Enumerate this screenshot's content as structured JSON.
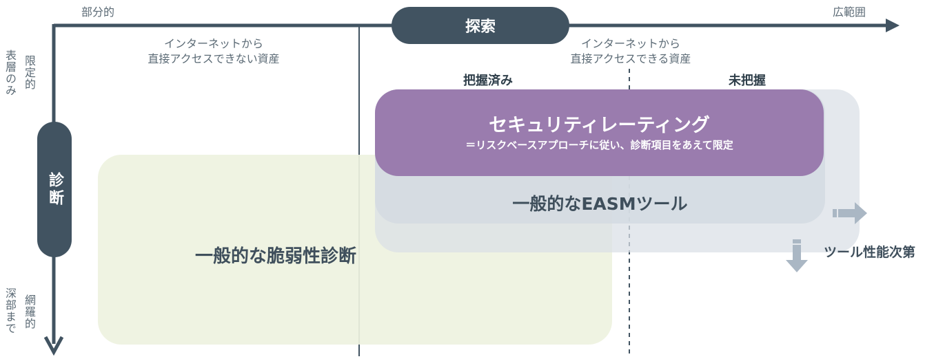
{
  "axes": {
    "x_left": "部分的",
    "x_right": "広範囲",
    "x_title": "探索",
    "y_top_outer": "表層のみ",
    "y_top_inner": "限定的",
    "y_bottom_outer": "深部まで",
    "y_bottom_inner": "網羅的",
    "y_title": "診断"
  },
  "regions": {
    "left_line1": "インターネットから",
    "left_line2": "直接アクセスできない資産",
    "right_line1": "インターネットから",
    "right_line2": "直接アクセスできる資産",
    "known": "把握済み",
    "unknown": "未把握"
  },
  "boxes": {
    "rating_title": "セキュリティレーティング",
    "rating_sub": "＝リスクベースアプローチに従い、診断項目をあえて限定",
    "easm": "一般的なEASMツール",
    "vuln": "一般的な脆弱性診断"
  },
  "note": "ツール性能次第",
  "colors": {
    "axis": "#415361",
    "rating": "#9a7cae",
    "easm": "#d7dde4",
    "vuln": "#eef2df"
  }
}
